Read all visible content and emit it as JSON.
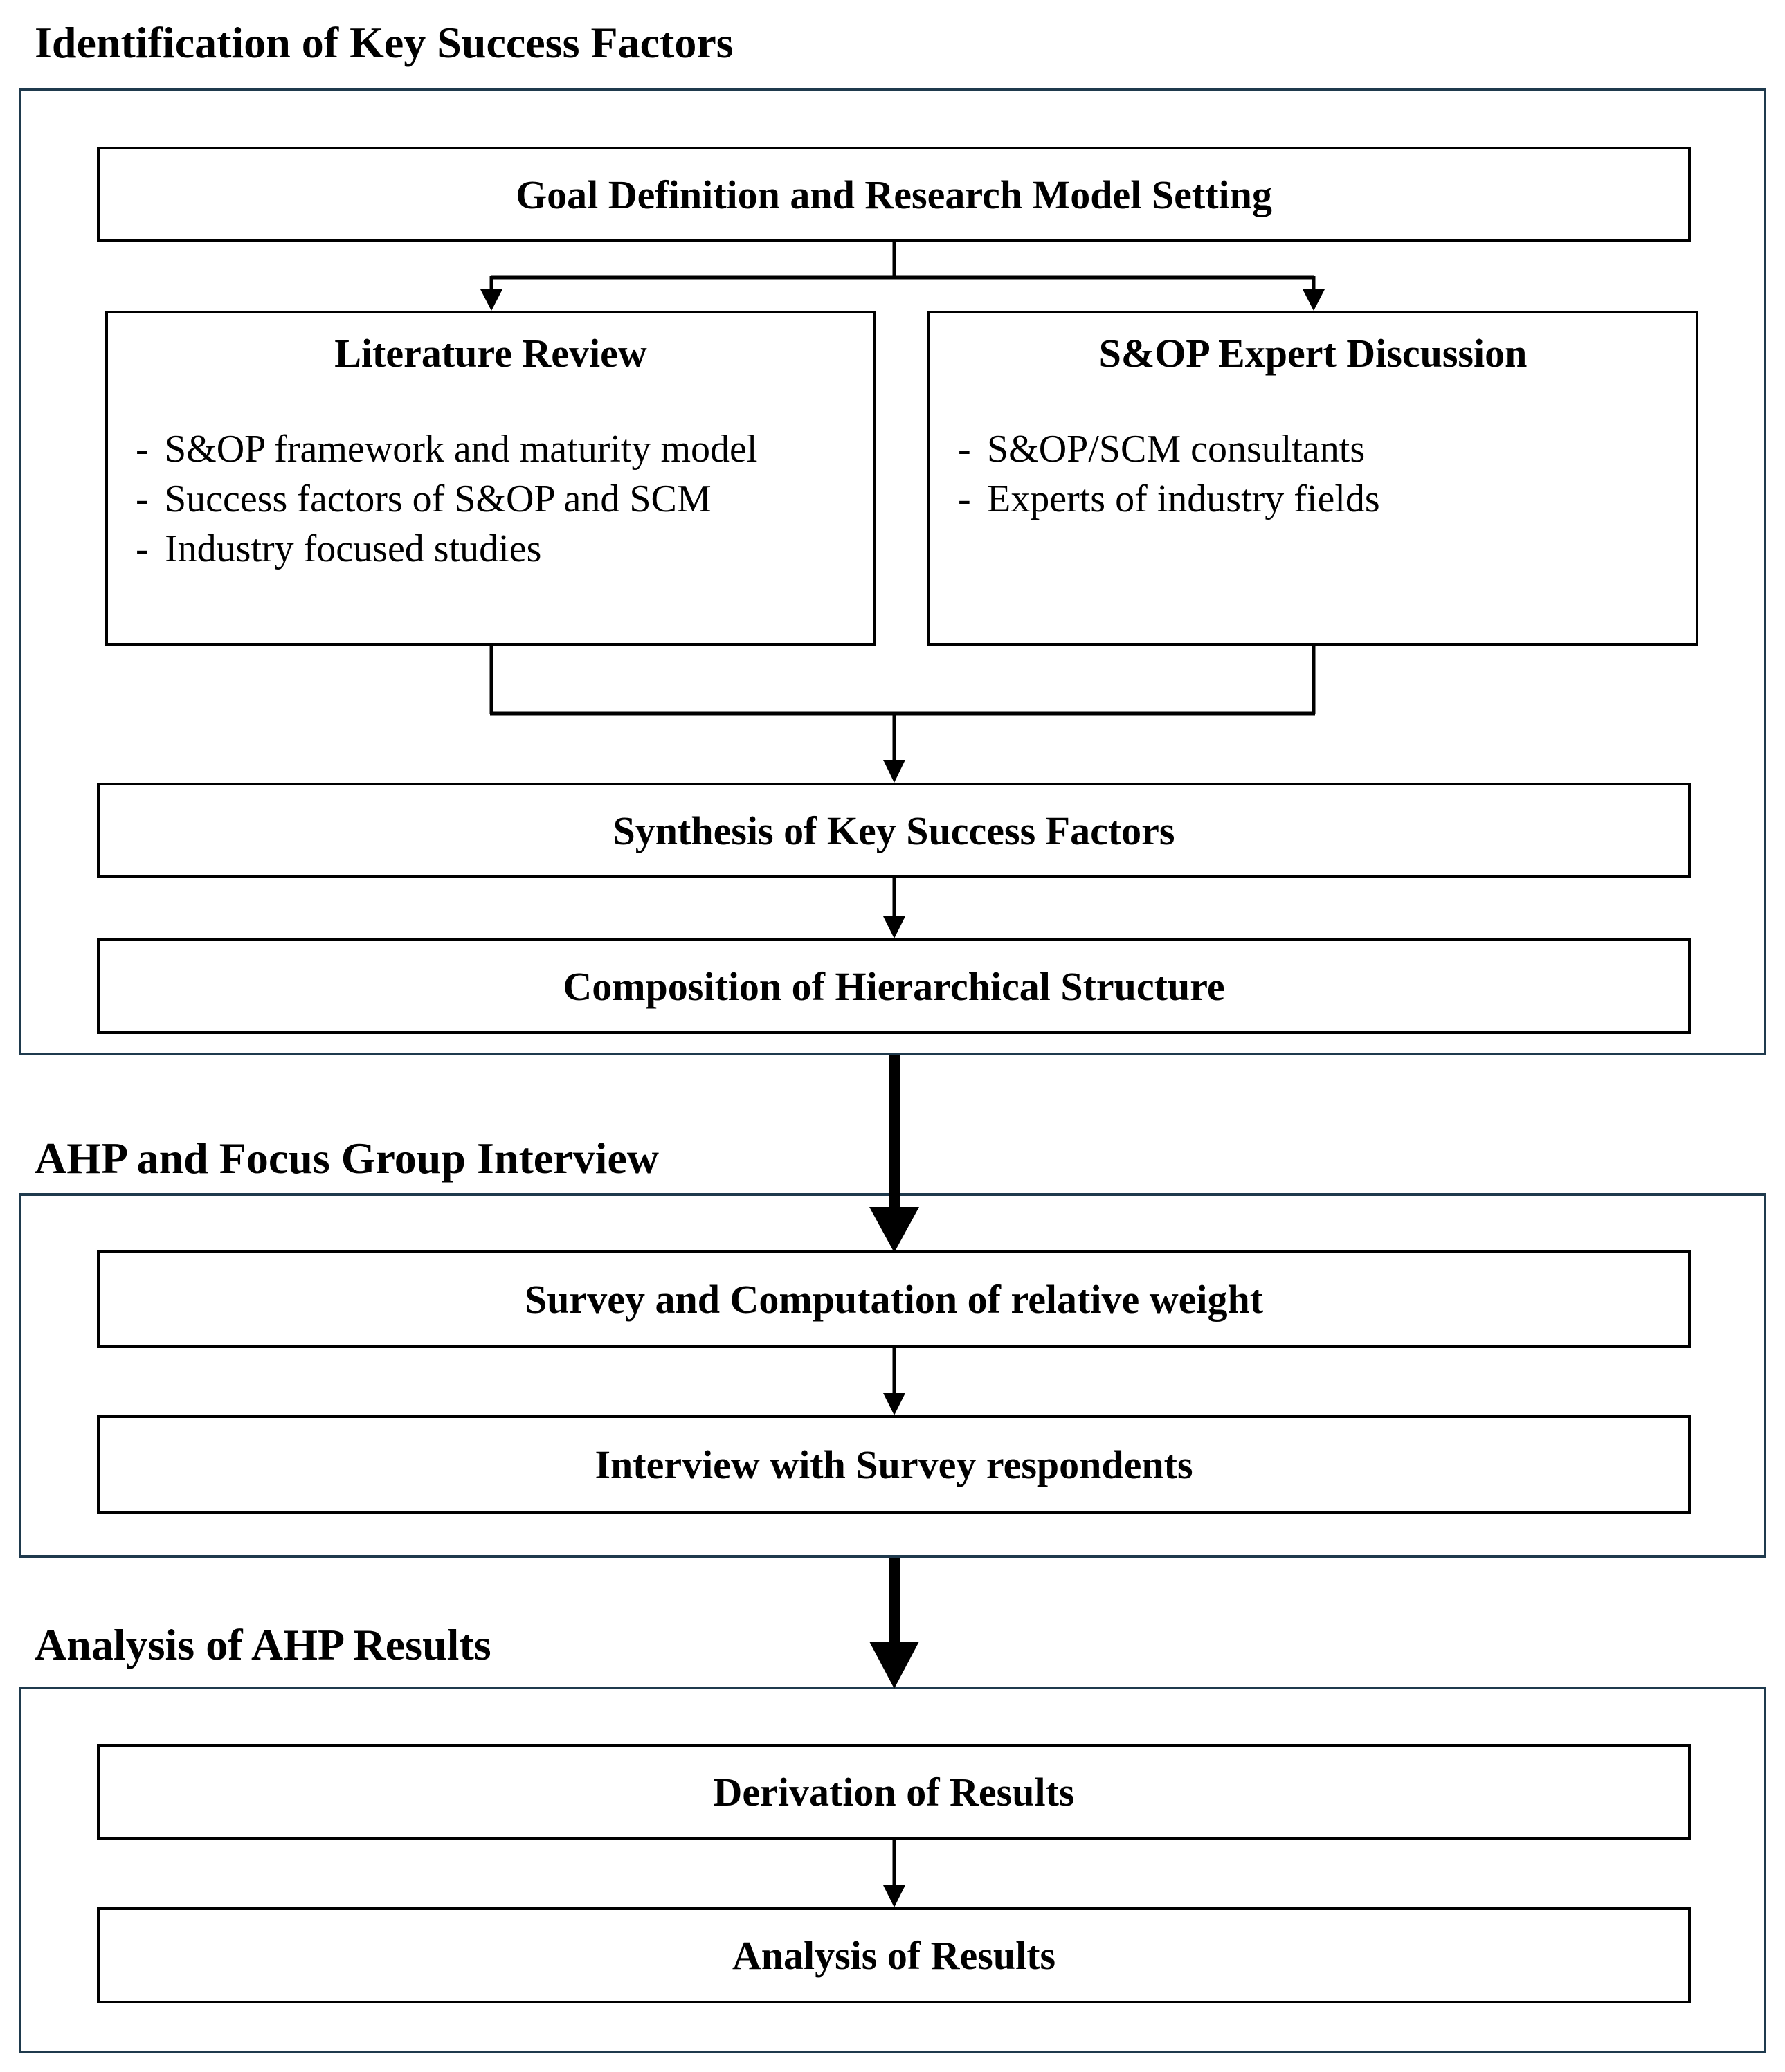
{
  "sections": {
    "identification": {
      "title": "Identification of Key Success Factors",
      "goal": "Goal Definition and Research Model Setting",
      "literature": {
        "title": "Literature Review",
        "items": [
          "S&OP framework and maturity model",
          "Success factors of S&OP and SCM",
          "Industry focused studies"
        ]
      },
      "expert": {
        "title": "S&OP Expert Discussion",
        "items": [
          "S&OP/SCM consultants",
          "Experts of industry fields"
        ]
      },
      "synthesis": "Synthesis of Key Success Factors",
      "composition": "Composition of Hierarchical Structure"
    },
    "ahp": {
      "title": "AHP and Focus Group Interview",
      "survey": "Survey and Computation of relative weight",
      "interview": "Interview with Survey respondents"
    },
    "analysis": {
      "title": "Analysis of AHP Results",
      "derivation": "Derivation of Results",
      "results": "Analysis of Results"
    }
  },
  "list_bullet": "-",
  "colors": {
    "frame_border": "#1f3a4d",
    "box_border": "#000000",
    "text": "#000000",
    "background": "#ffffff"
  }
}
